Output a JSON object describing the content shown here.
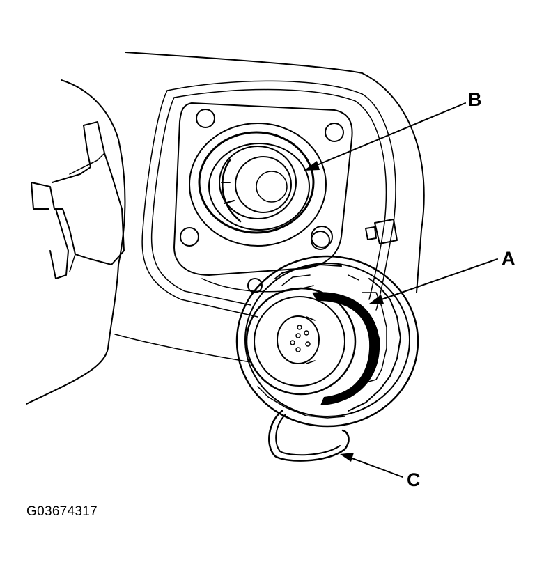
{
  "callouts": {
    "a": "A",
    "b": "B",
    "c": "C"
  },
  "figure_id": "G03674317",
  "colors": {
    "ink": "#000000",
    "paper": "#ffffff"
  }
}
